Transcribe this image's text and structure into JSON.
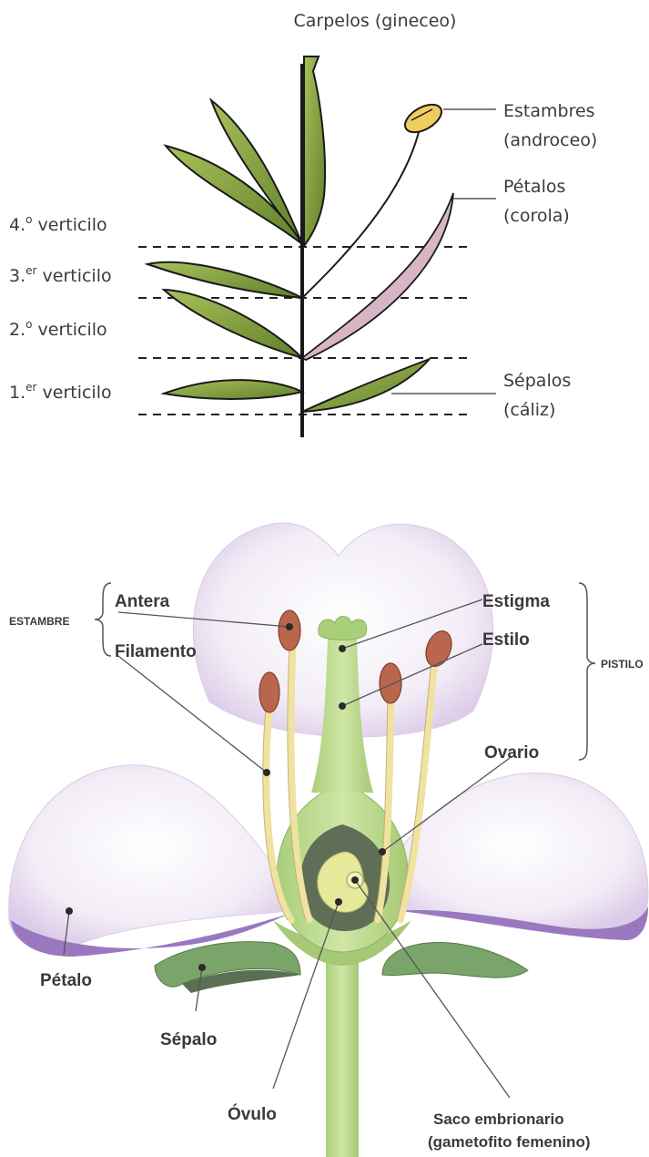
{
  "whorl_diagram": {
    "carpels": "Carpelos (gineceo)",
    "stamens_line1": "Estambres",
    "stamens_line2": "(androceo)",
    "petals_line1": "Pétalos",
    "petals_line2": "(corola)",
    "sepals_line1": "Sépalos",
    "sepals_line2": "(cáliz)",
    "whorl4_num": "4.",
    "whorl4_sup": "o",
    "whorl4_text": " verticilo",
    "whorl3_num": "3.",
    "whorl3_sup": "er",
    "whorl3_text": " verticilo",
    "whorl2_num": "2.",
    "whorl2_sup": "o",
    "whorl2_text": " verticilo",
    "whorl1_num": "1.",
    "whorl1_sup": "er",
    "whorl1_text": " verticilo"
  },
  "flower_diagram": {
    "estambre": "ESTAMBRE",
    "antera": "Antera",
    "filamento": "Filamento",
    "estigma": "Estigma",
    "estilo": "Estilo",
    "pistilo": "PISTILO",
    "ovario": "Ovario",
    "petalo": "Pétalo",
    "sepalo": "Sépalo",
    "ovulo": "Óvulo",
    "saco_line1": "Saco embrionario",
    "saco_line2": "(gametofito femenino)"
  },
  "colors": {
    "leaf_green": "#7a9a3a",
    "petal_lavender": "#e4d7ee",
    "petal_purple": "#9a78bf",
    "pistil_green": "#b8d88a",
    "anther_brown": "#b0604a",
    "filament_yellow": "#f0e2a0"
  }
}
